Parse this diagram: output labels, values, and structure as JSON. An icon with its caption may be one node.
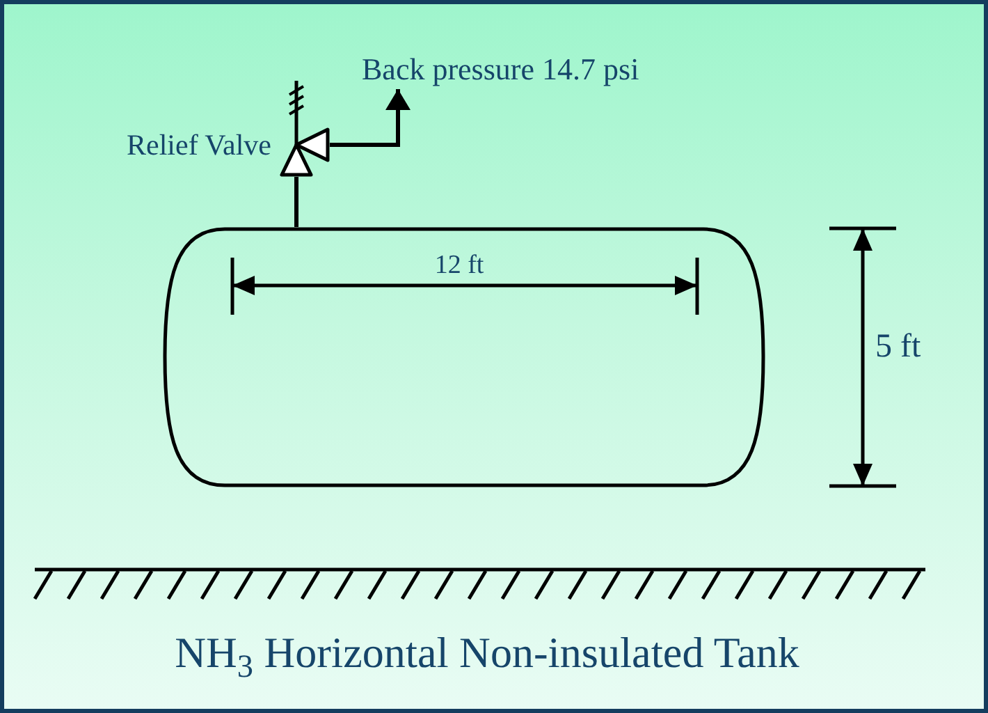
{
  "diagram": {
    "caption": "NH$_{3}$ Horizontal Non-insulated Tank",
    "nodes": [
      {
        "text": [
          "Back pressure 14.7 psi"
        ]
      },
      {
        "text": [],
        "shape": "picture",
        "beside": [
          "Relief Valve"
        ]
      },
      {
        "text": [],
        "shape": "cylinder"
      }
    ],
    "edges": [
      {
        "from": 2,
        "to": 1,
        "arrow": "none"
      },
      {
        "from": 1,
        "to": 0,
        "arrow": "to"
      }
    ],
    "labels": [
      "12 ft",
      "5 ft"
    ]
  }
}
